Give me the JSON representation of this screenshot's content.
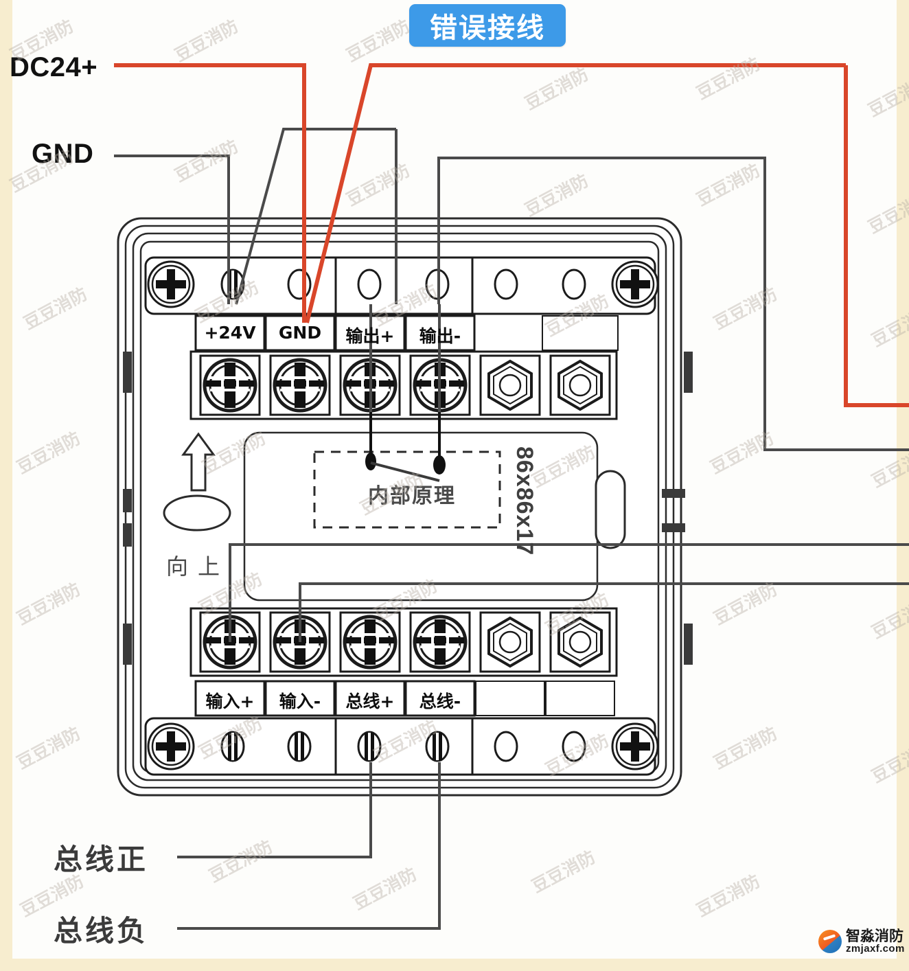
{
  "page": {
    "title": "错误接线",
    "background_color": "#f7edcf",
    "canvas_color": "#fdfdfb"
  },
  "header_badge": {
    "label": "错误接线",
    "background_color": "#3d9ae8",
    "text_color": "#ffffff"
  },
  "external_labels": {
    "dc24_positive": "DC24+",
    "gnd": "GND",
    "bus_positive": "总线正",
    "bus_negative": "总线负"
  },
  "device": {
    "dimension_label": "86x86x17",
    "orientation_label": "向上",
    "internal_block_label": "内部原理"
  },
  "terminals": {
    "top_row": [
      {
        "label": "+24V",
        "index": 1
      },
      {
        "label": "GND",
        "index": 2
      },
      {
        "label": "输出+",
        "index": 3
      },
      {
        "label": "输出-",
        "index": 4
      }
    ],
    "bottom_row": [
      {
        "label": "输入+",
        "index": 1
      },
      {
        "label": "输入-",
        "index": 2
      },
      {
        "label": "总线+",
        "index": 3
      },
      {
        "label": "总线-",
        "index": 4
      }
    ]
  },
  "wires": [
    {
      "name": "dc24-to-gnd-wire",
      "from": "DC24+",
      "to": "GND",
      "color": "#d9462a",
      "status": "error"
    },
    {
      "name": "right-return-to-gnd-wire",
      "from": "输出-",
      "to": "GND",
      "color": "#d9462a",
      "status": "error"
    },
    {
      "name": "gnd-to-24v-wire",
      "from": "GND",
      "to": "+24V",
      "color": "#4a4a4a",
      "status": "normal"
    },
    {
      "name": "output-plus-wire",
      "from": "输出+",
      "to": "right-exit",
      "color": "#4a4a4a",
      "status": "normal"
    },
    {
      "name": "output-minus-wire",
      "from": "输出-",
      "to": "right-exit",
      "color": "#4a4a4a",
      "status": "normal"
    },
    {
      "name": "input-plus-wire",
      "from": "输入+",
      "to": "right-exit",
      "color": "#4a4a4a",
      "status": "normal"
    },
    {
      "name": "input-minus-wire",
      "from": "输入-",
      "to": "right-exit",
      "color": "#4a4a4a",
      "status": "normal"
    },
    {
      "name": "bus-positive-wire",
      "from": "总线+",
      "to": "总线正",
      "color": "#4a4a4a",
      "status": "normal"
    },
    {
      "name": "bus-negative-wire",
      "from": "总线-",
      "to": "总线负",
      "color": "#4a4a4a",
      "status": "normal"
    }
  ],
  "watermark": {
    "text": "豆豆消防"
  },
  "logo": {
    "name_cn": "智淼消防",
    "domain": "zmjaxf.com"
  }
}
